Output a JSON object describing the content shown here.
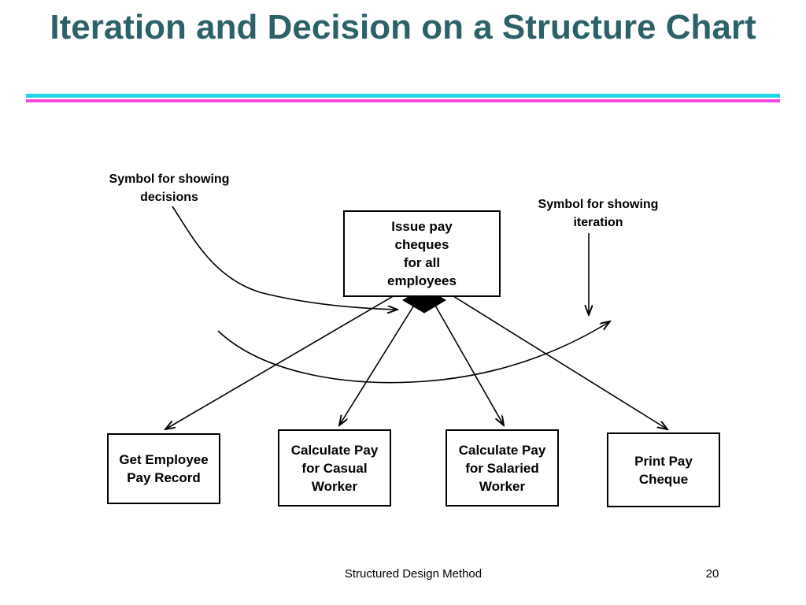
{
  "slide": {
    "title": "Iteration and Decision on a Structure Chart",
    "rule_colors": {
      "top": "#22d3e8",
      "bottom": "#ef4ae0"
    },
    "title_color": "#2b6168"
  },
  "diagram": {
    "type": "structure-chart",
    "nodes": [
      {
        "id": "root",
        "label": "Issue pay\ncheques\nfor all\nemployees"
      },
      {
        "id": "a",
        "label": "Get Employee\nPay Record"
      },
      {
        "id": "b",
        "label": "Calculate Pay\nfor Casual\nWorker"
      },
      {
        "id": "c",
        "label": "Calculate Pay\nfor Salaried\nWorker"
      },
      {
        "id": "d",
        "label": "Print Pay\nCheque"
      }
    ],
    "annotations": [
      {
        "id": "decisions",
        "label": "Symbol for showing\ndecisions"
      },
      {
        "id": "iteration",
        "label": "Symbol for showing\niteration"
      }
    ],
    "symbols": [
      {
        "id": "decision-diamond",
        "shape": "filled-diamond",
        "color": "#000000"
      },
      {
        "id": "iteration-arc",
        "shape": "curved-arrow",
        "color": "#000000"
      }
    ]
  },
  "footer": {
    "text": "Structured Design Method",
    "page_number": "20"
  }
}
